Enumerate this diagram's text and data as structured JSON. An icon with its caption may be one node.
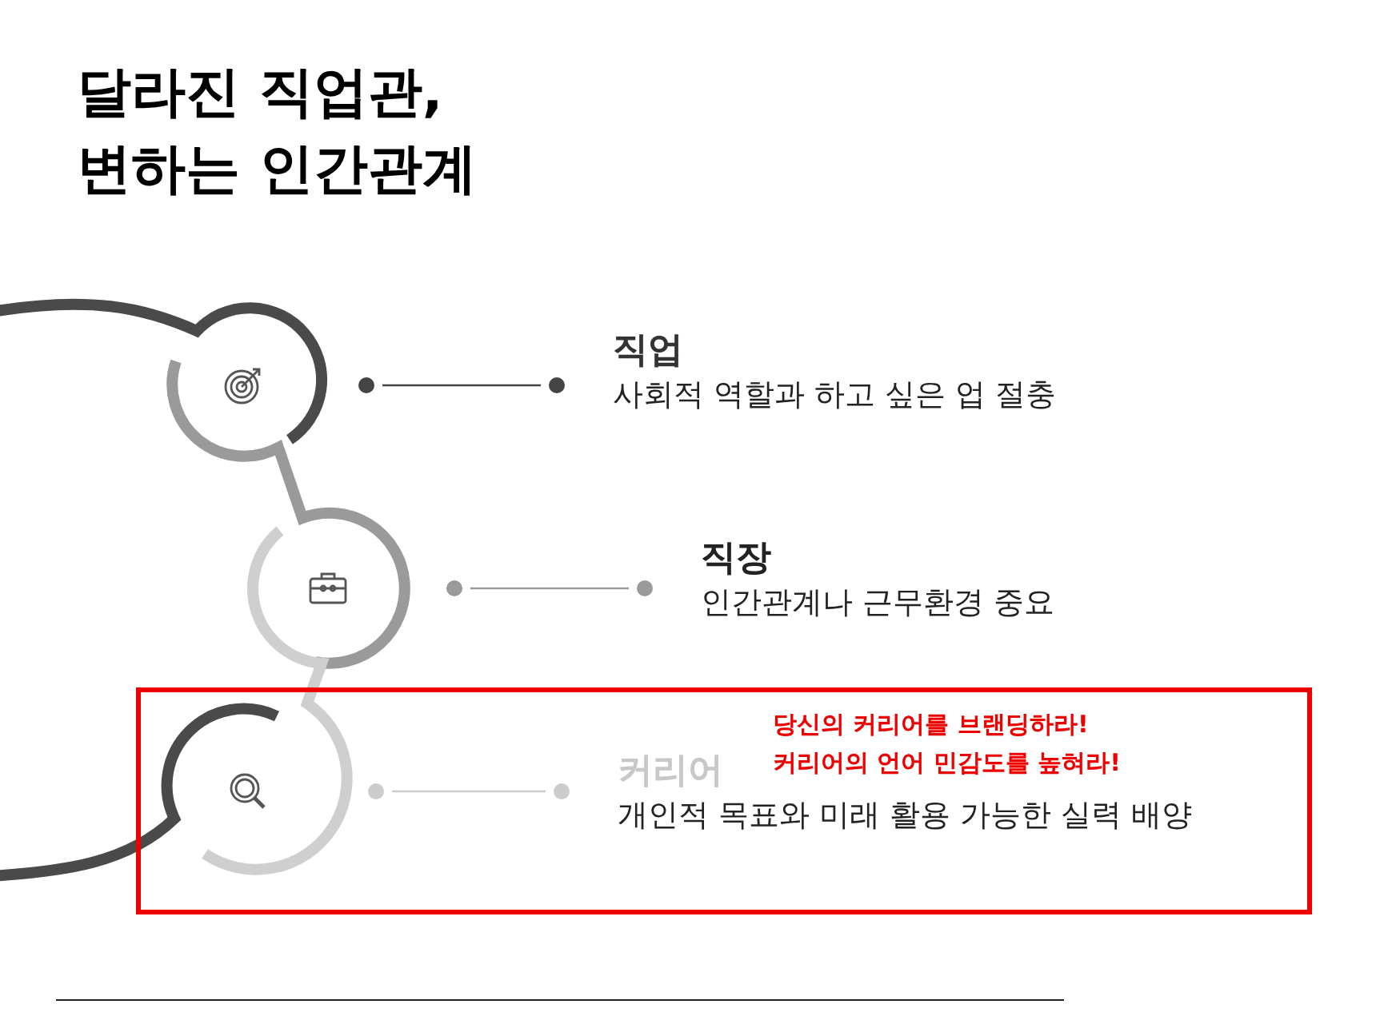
{
  "diagram": {
    "title": "달라진 직업관, 변하는 인간관계",
    "nodes": [
      {
        "text": [],
        "shape": "circle"
      },
      {
        "text": [
          "직업",
          "사회적 역할과 하고 싶은 업 절충"
        ]
      },
      {
        "text": [],
        "shape": "circle"
      },
      {
        "text": [
          "직장",
          "인간관계나 근무환경 중요"
        ]
      },
      {
        "text": [
          "당신의 커리어를 브랜딩하라! 커리어의 언어 민감도를 높혀라!"
        ]
      },
      {
        "text": [],
        "shape": "circle",
        "in": 4
      },
      {
        "text": [
          "커리어",
          "개인적 목표와 미래 활용 가능한 실력 배양"
        ],
        "in": 4
      }
    ],
    "edges": [
      {
        "from": 0,
        "to": 1,
        "arrow": "other",
        "color": "#444444"
      },
      {
        "from": 2,
        "to": 3,
        "arrow": "other",
        "color": "#9a9a9a"
      },
      {
        "from": 5,
        "to": 6,
        "arrow": "other",
        "color": "#cccccc"
      }
    ]
  }
}
